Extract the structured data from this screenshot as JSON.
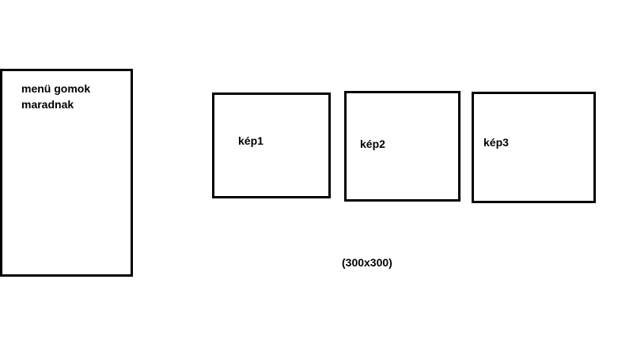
{
  "menu": {
    "label_line1": "menü gomok",
    "label_line2": "maradnak"
  },
  "images": [
    {
      "label": "kép1"
    },
    {
      "label": "kép2"
    },
    {
      "label": "kép3"
    }
  ],
  "size_note": "(300x300)"
}
